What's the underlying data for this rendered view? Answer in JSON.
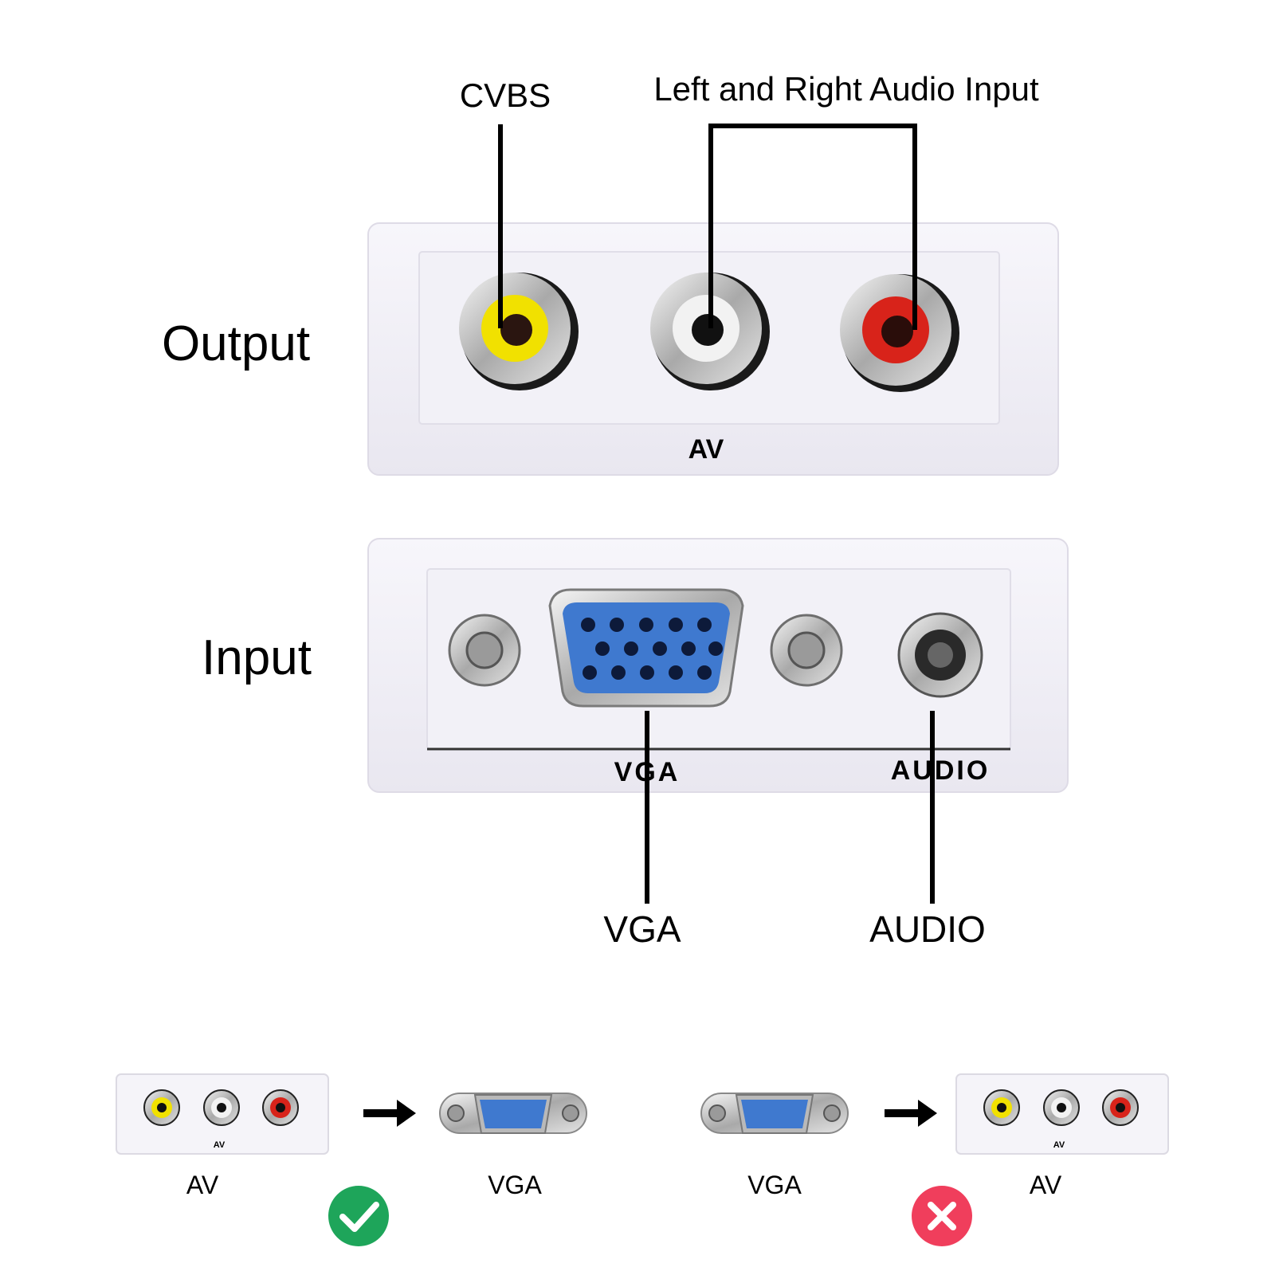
{
  "side_labels": {
    "output": "Output",
    "input": "Input"
  },
  "callouts": {
    "cvbs": "CVBS",
    "audio_lr": "Left and Right Audio Input",
    "vga": "VGA",
    "audio": "AUDIO"
  },
  "panel_labels": {
    "av": "AV",
    "vga": "VGA",
    "audio": "AUDIO"
  },
  "connector_colors": {
    "yellow": "#f1e100",
    "white": "#f2f2f2",
    "red": "#d8231a",
    "vga_blue": "#3f79cf"
  },
  "bottom": {
    "ok": {
      "from": "AV",
      "to": "VGA",
      "status_icon": "check-icon",
      "color": "#1ea55a"
    },
    "bad": {
      "from": "VGA",
      "to": "AV",
      "status_icon": "close-icon",
      "color": "#f03e5c"
    },
    "small_av_label": "AV"
  }
}
